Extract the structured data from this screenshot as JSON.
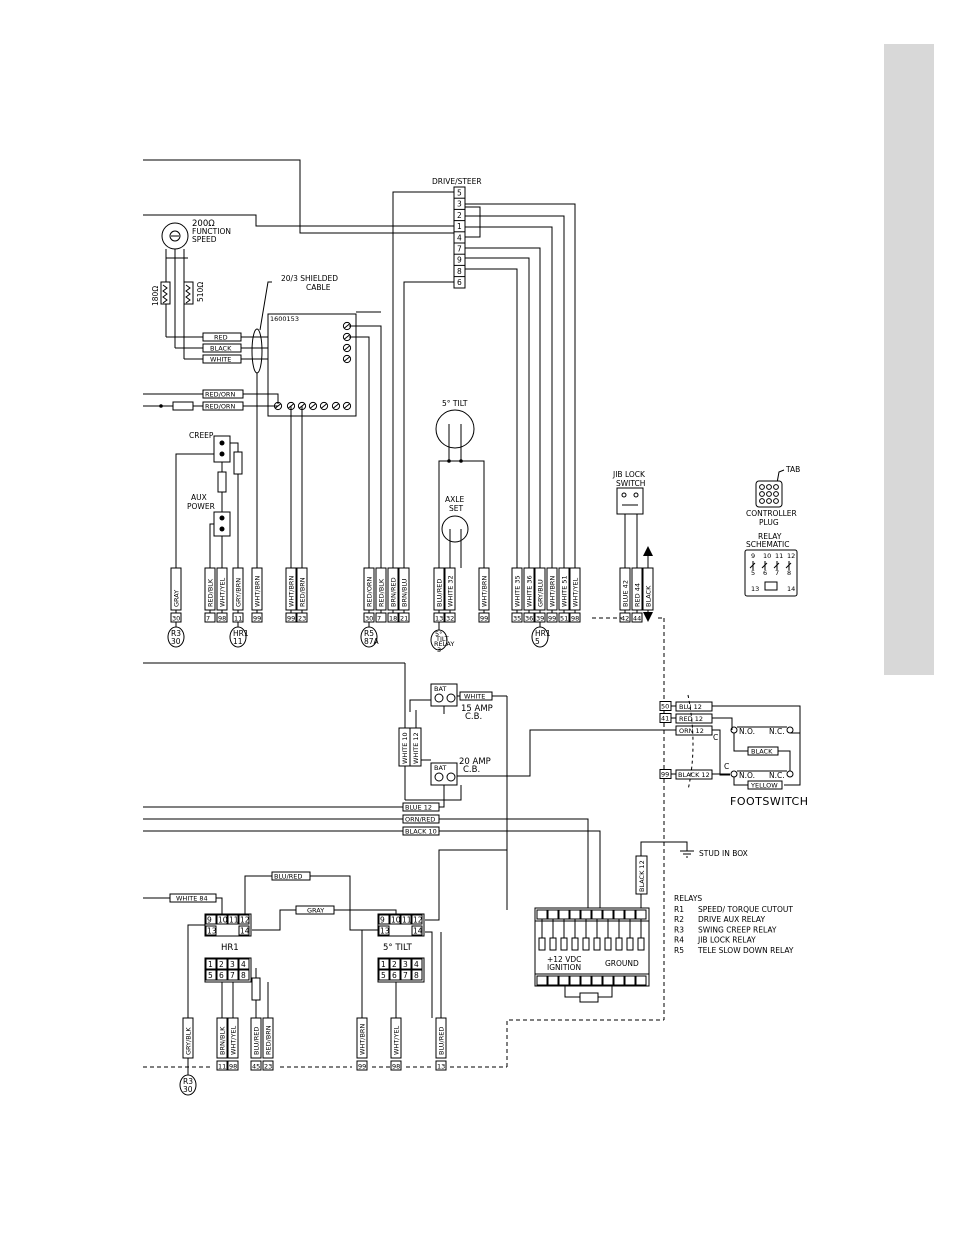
{
  "connectors": {
    "drive_steer": {
      "title": "DRIVE/STEER",
      "pins": [
        "5",
        "3",
        "2",
        "1",
        "4",
        "7",
        "9",
        "8",
        "6"
      ]
    },
    "hr1_lower": {
      "label": "HR1",
      "top_pins": [
        "9",
        "10",
        "11",
        "12"
      ],
      "mid_pins": [
        "13",
        "14"
      ],
      "bottom_pins": [
        "1",
        "2",
        "3",
        "4",
        "5",
        "6",
        "7",
        "8"
      ]
    },
    "tilt_lower": {
      "label": "5° TILT",
      "top_pins": [
        "9",
        "10",
        "11",
        "12"
      ],
      "mid_pins": [
        "13",
        "14"
      ],
      "bottom_pins": [
        "1",
        "2",
        "3",
        "4",
        "5",
        "6",
        "7",
        "8"
      ]
    }
  },
  "components": {
    "pot_value": "200Ω",
    "pot_label_1": "FUNCTION",
    "pot_label_2": "SPEED",
    "resistor_180": "180Ω",
    "resistor_510": "510Ω",
    "shielded_cable_1": "20/3 SHIELDED",
    "shielded_cable_2": "CABLE",
    "module_part": "1600153",
    "creep": "CREEP",
    "aux_power_1": "AUX",
    "aux_power_2": "POWER",
    "tilt_sensor": "5° TILT",
    "axle_set_1": "AXLE",
    "axle_set_2": "SET",
    "jib_lock_1": "JIB LOCK",
    "jib_lock_2": "SWITCH",
    "tab": "TAB",
    "controller_plug_1": "CONTROLLER",
    "controller_plug_2": "PLUG",
    "relay_schematic_1": "RELAY",
    "relay_schematic_2": "SCHEMATIC",
    "cb15_1": "15 AMP",
    "cb15_2": "C.B.",
    "cb20_1": "20 AMP",
    "cb20_2": "C.B.",
    "bat": "BAT",
    "footswitch": "FOOTSWITCH",
    "no": "N.O.",
    "nc": "N.C.",
    "c": "C",
    "stud": "STUD IN BOX",
    "ignition_1": "+12 VDC",
    "ignition_2": "IGNITION",
    "ground": "GROUND"
  },
  "wire_labels": {
    "red": "RED",
    "black": "BLACK",
    "white": "WHITE",
    "red_orn": "RED/ORN",
    "white_84": "WHITE 84",
    "blu_red": "BLU/RED",
    "gray": "GRAY",
    "blue_12": "BLUE 12",
    "orn_red": "ORN/RED",
    "black_10": "BLACK 10",
    "black_12": "BLACK 12",
    "white_10": "WHITE 10",
    "white_12": "WHITE 12",
    "blu_12": "BLU 12",
    "red_12": "RED 12",
    "orn_12": "ORN 12",
    "yellow": "YELLOW"
  },
  "upper_wires": [
    {
      "label": "GRAY",
      "num": "30"
    },
    {
      "label": "RED/BLK",
      "num": "7"
    },
    {
      "label": "WHT/YEL",
      "num": "98"
    },
    {
      "label": "GRY/BRN",
      "num": "11"
    },
    {
      "label": "WHT/BRN",
      "num": "99"
    },
    {
      "label": "WHT/BRN",
      "num": "99"
    },
    {
      "label": "RED/BRN",
      "num": "23"
    },
    {
      "label": "RED/ORN",
      "num": "30"
    },
    {
      "label": "RED/BLK",
      "num": "7"
    },
    {
      "label": "BRN/RED",
      "num": "18"
    },
    {
      "label": "BRN/BLU",
      "num": "21"
    },
    {
      "label": "BLU/RED",
      "num": "13"
    },
    {
      "label": "WHITE 32",
      "num": "32"
    },
    {
      "label": "WHT/BRN",
      "num": "99"
    },
    {
      "label": "WHT/BRN",
      "num": "99"
    },
    {
      "label": "WHITE 35",
      "num": "35"
    },
    {
      "label": "WHITE 36",
      "num": "36"
    },
    {
      "label": "GRY/BLU",
      "num": "39"
    },
    {
      "label": "WHT/BRN",
      "num": "99"
    },
    {
      "label": "WHITE 51",
      "num": "51"
    },
    {
      "label": "WHT/YEL",
      "num": "98"
    },
    {
      "label": "BLUE 42",
      "num": "42"
    },
    {
      "label": "RED 44",
      "num": "44"
    },
    {
      "label": "BLACK",
      "num": ""
    }
  ],
  "lower_wires": [
    {
      "label": "GRY/BLK",
      "num": ""
    },
    {
      "label": "BRN/BLK",
      "num": "11"
    },
    {
      "label": "WHT/YEL",
      "num": "98"
    },
    {
      "label": "BLU/RED",
      "num": "45"
    },
    {
      "label": "RED/BRN",
      "num": "23"
    },
    {
      "label": "WHT/BRN",
      "num": "99"
    },
    {
      "label": "WHT/YEL",
      "num": "98"
    },
    {
      "label": "BLU/RED",
      "num": "13"
    }
  ],
  "footswitch_refs": [
    "50",
    "41",
    "99"
  ],
  "callouts": [
    {
      "name": "R3",
      "num": "30"
    },
    {
      "name": "HR1",
      "num": "11"
    },
    {
      "name": "R5",
      "num": "87A"
    },
    {
      "name": "5° TILT RELAY",
      "num": "3"
    },
    {
      "name": "HR1",
      "num": "5"
    },
    {
      "name": "R3",
      "num": "30"
    }
  ],
  "relays_legend": {
    "title": "RELAYS",
    "items": [
      {
        "code": "R1",
        "desc": "SPEED/ TORQUE CUTOUT"
      },
      {
        "code": "R2",
        "desc": "DRIVE AUX RELAY"
      },
      {
        "code": "R3",
        "desc": "SWING CREEP RELAY"
      },
      {
        "code": "R4",
        "desc": "JIB LOCK RELAY"
      },
      {
        "code": "R5",
        "desc": "TELE SLOW DOWN RELAY"
      }
    ]
  }
}
